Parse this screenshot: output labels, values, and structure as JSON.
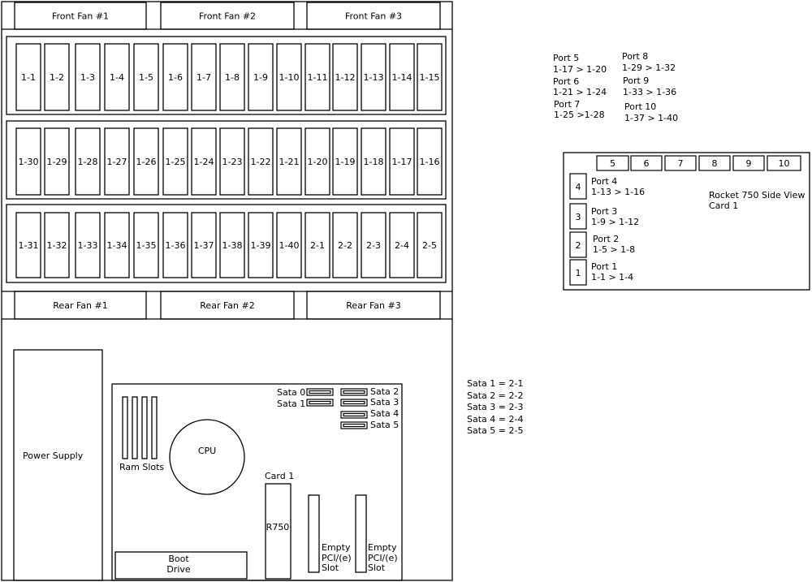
{
  "fans": {
    "front": [
      "Front Fan #1",
      "Front Fan #2",
      "Front Fan #3"
    ],
    "rear": [
      "Rear Fan #1",
      "Rear Fan #2",
      "Rear Fan #3"
    ]
  },
  "bays": {
    "row1": [
      "1-1",
      "1-2",
      "1-3",
      "1-4",
      "1-5",
      "1-6",
      "1-7",
      "1-8",
      "1-9",
      "1-10",
      "1-11",
      "1-12",
      "1-13",
      "1-14",
      "1-15"
    ],
    "row2": [
      "1-30",
      "1-29",
      "1-28",
      "1-27",
      "1-26",
      "1-25",
      "1-24",
      "1-23",
      "1-22",
      "1-21",
      "1-20",
      "1-19",
      "1-18",
      "1-17",
      "1-16"
    ],
    "row3": [
      "1-31",
      "1-32",
      "1-33",
      "1-34",
      "1-35",
      "1-36",
      "1-37",
      "1-38",
      "1-39",
      "1-40",
      "2-1",
      "2-2",
      "2-3",
      "2-4",
      "2-5"
    ]
  },
  "board": {
    "power_supply": "Power Supply",
    "ram_slots": "Ram Slots",
    "cpu": "CPU",
    "sata_left": [
      "Sata 0",
      "Sata 1"
    ],
    "sata_right": [
      "Sata 2",
      "Sata 3",
      "Sata 4",
      "Sata 5"
    ],
    "card1_label": "Card 1",
    "card1_name": "R750",
    "empty_slot_lines": [
      "Empty",
      "PCI/(e)",
      "Slot"
    ],
    "boot_drive_lines": [
      "Boot",
      "Drive"
    ]
  },
  "sata_map": [
    "Sata 1 = 2-1",
    "Sata 2 = 2-2",
    "Sata 3 = 2-3",
    "Sata 4 = 2-4",
    "Sata 5 = 2-5"
  ],
  "port_notes": {
    "left": [
      {
        "port": "Port 5",
        "range": "1-17 > 1-20"
      },
      {
        "port": "Port 6",
        "range": "1-21 > 1-24"
      },
      {
        "port": "Port 7",
        "range": "1-25  >1-28"
      }
    ],
    "right": [
      {
        "port": "Port 8",
        "range": "1-29 > 1-32"
      },
      {
        "port": "Port 9",
        "range": "1-33 > 1-36"
      },
      {
        "port": "Port 10",
        "range": "1-37 > 1-40"
      }
    ]
  },
  "card_view": {
    "top_ports": [
      "5",
      "6",
      "7",
      "8",
      "9",
      "10"
    ],
    "side_ports": [
      {
        "num": "4",
        "port": "Port 4",
        "range": "1-13 > 1-16"
      },
      {
        "num": "3",
        "port": "Port 3",
        "range": "1-9 > 1-12"
      },
      {
        "num": "2",
        "port": "Port 2",
        "range": "1-5 > 1-8"
      },
      {
        "num": "1",
        "port": "Port 1",
        "range": "1-1 > 1-4"
      }
    ],
    "title_lines": [
      "Rocket 750 Side View",
      "Card 1"
    ]
  }
}
